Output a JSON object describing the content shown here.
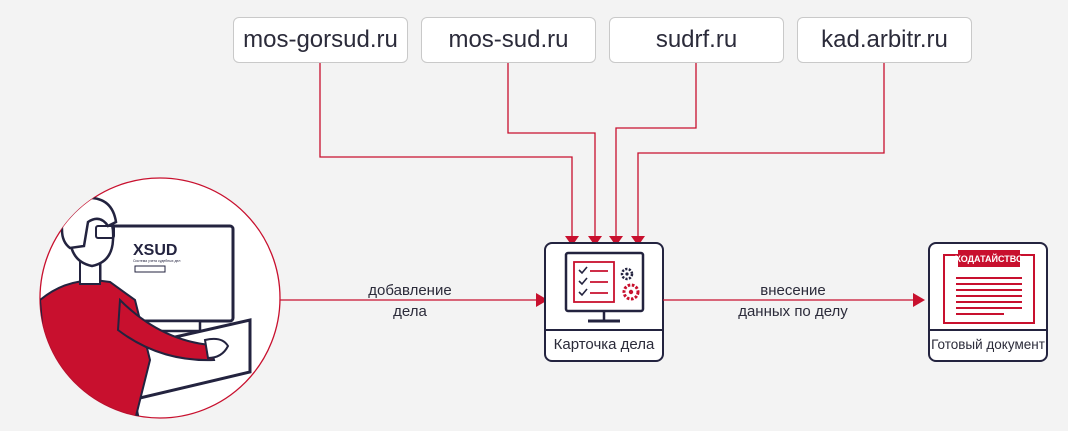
{
  "sources": [
    {
      "label": "mos-gorsud.ru"
    },
    {
      "label": "mos-sud.ru"
    },
    {
      "label": "sudrf.ru"
    },
    {
      "label": "kad.arbitr.ru"
    }
  ],
  "flows": {
    "add_line1": "добавление",
    "add_line2": "дела",
    "enter_line1": "внесение",
    "enter_line2": "данных по делу"
  },
  "nodes": {
    "case_card": "Карточка дела",
    "ready_doc": "Готовый документ"
  },
  "screen": {
    "logo": "XSUD",
    "tagline": "Система учета судебных дел"
  },
  "document": {
    "heading": "ХОДАТАЙСТВО"
  },
  "colors": {
    "accent": "#c8102e",
    "navy": "#23233f",
    "background": "#f3f3f3"
  }
}
